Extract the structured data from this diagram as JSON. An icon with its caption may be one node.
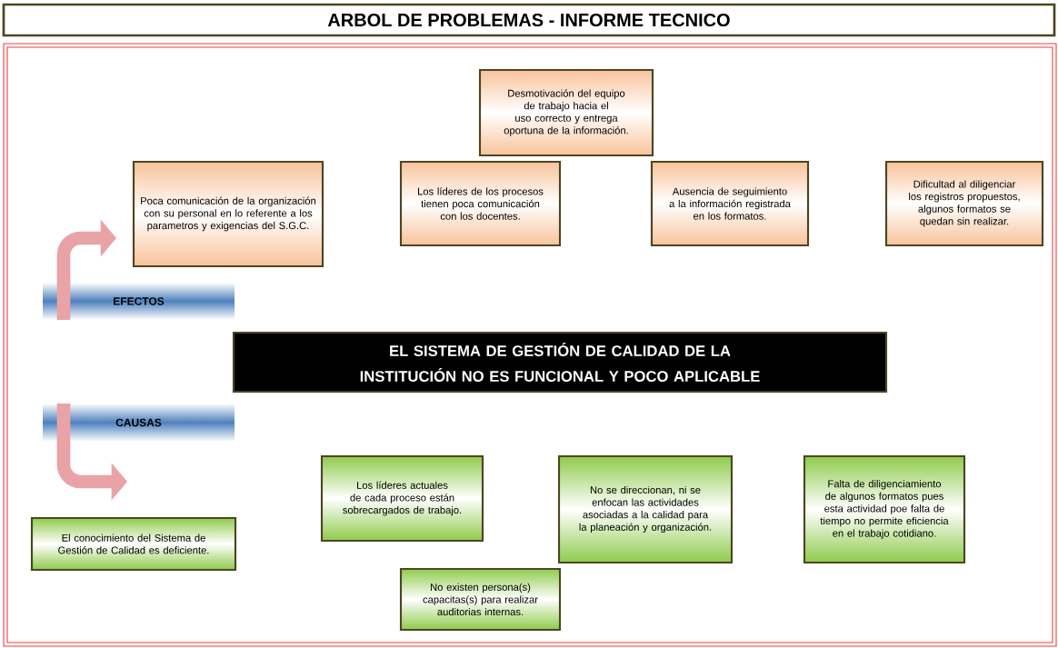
{
  "diagram": {
    "title": "ARBOL DE PROBLEMAS - INFORME TECNICO",
    "nodes": [
      {
        "text": [
          "Desmotivación del equipo de trabajo hacia el uso correcto y entrega oportuna de la información."
        ]
      },
      {
        "text": [
          "Poca comunicación de la organización con su personal en lo referente a los parametros y exigencias del S.G.C."
        ]
      },
      {
        "text": [
          "Los líderes de los procesos tienen poca comunicación con los docentes."
        ]
      },
      {
        "text": [
          "Ausencia de seguimiento a la información registrada en los formatos."
        ]
      },
      {
        "text": [
          "Dificultad al diligenciar los registros propuestos, algunos formatos se quedan sin realizar."
        ]
      },
      {
        "text": [
          "EFECTOS"
        ]
      },
      {
        "text": [
          "EL SISTEMA DE GESTIÓN DE CALIDAD DE LA INSTITUCIÓN NO ES FUNCIONAL  Y POCO APLICABLE"
        ]
      },
      {
        "text": [
          "CAUSAS"
        ]
      },
      {
        "text": [
          "Los líderes actuales de cada proceso están sobrecargados de trabajo."
        ]
      },
      {
        "text": [
          "No se direccionan, ni se enfocan  las actividades asociadas a la calidad para la planeación y organización."
        ]
      },
      {
        "text": [
          "Falta de diligenciamiento de algunos formatos pues  esta actividad poe falta de tiempo no permite eficiencia en el trabajo cotidiano."
        ]
      },
      {
        "text": [
          "El conocimiento del Sistema de Gestión de Calidad es deficiente."
        ]
      },
      {
        "text": [
          "No existen persona(s) capacitas(s) para realizar auditorias internas."
        ]
      }
    ]
  }
}
